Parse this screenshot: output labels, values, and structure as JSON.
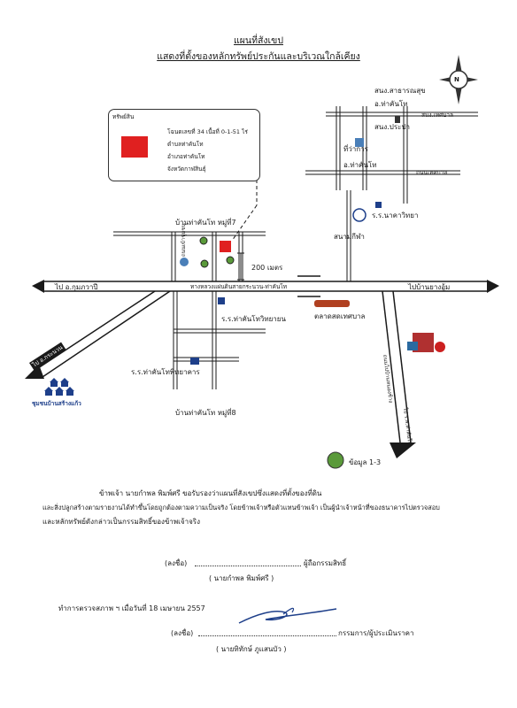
{
  "header": {
    "title": "แผนที่สังเขป",
    "subtitle": "แสดงที่ตั้งของหลักทรัพย์ประกันและบริเวณใกล้เคียง"
  },
  "legend_box": {
    "label": "ทรัพย์สิน",
    "lines": [
      "โฉนดเลขที่ 34 เนื้อที่ 0-1-51 ไร่",
      "ตำบลท่าคันโท",
      "อำเภอท่าคันโท",
      "จังหวัดกาฬสินธุ์"
    ],
    "swatch_color": "#e02020"
  },
  "map": {
    "north_symbol": "N",
    "labels": {
      "land_office": "สนง.สาธารณสุข",
      "district": "อ.ท่าคันโท",
      "municipality": "สนง.เทศบาล",
      "post_office": "สนง.ประปา",
      "district_office": "ที่ว่าการ",
      "district2": "อ.ท่าคันโท",
      "school_road": "ถนนเทศบาล",
      "school_nakhon": "ร.ร.นาคาวิทยา",
      "stadium": "สนามกีฬา",
      "village7": "บ้านท่าคันโท หมู่ที่7",
      "distance": "200 เมตร",
      "highway": "ทางหลวงแผ่นดินสายกระนวน-ท่าคันโท",
      "to_kumphawapi": "ไป อ.กุมภวาปี",
      "to_yangtalat": "ไปบ้านยางอู้ม",
      "school_thakhantho": "ร.ร.ท่าคันโทวิทยายน",
      "fresh_market": "ตลาดสดเทศบาล",
      "to_kranuan": "ไป อ.กระนวน",
      "community": "ชุมชนบ้านสร้างแก้ว",
      "school_thakhantho2": "ร.ร.ท่าคันโทพิทยาคาร",
      "village8": "บ้านท่าคันโท หมู่ที่8",
      "side_road": "ถนนเข้าชุมชน",
      "right_road": "ถนนไปบ้านหนองช้าง",
      "hospital_road": "ไป ร.พ.ท่าคันโท",
      "note": "ข้อมูล 1-3"
    },
    "road_color": "#1a1a1a",
    "marker_color": "#e02020",
    "note_dot_color": "#5a9a3a"
  },
  "statement": {
    "line1": "ข้าพเจ้า   นายกำพล  พิมพ์ศรี      ขอรับรองว่าแผนที่สังเขปซึ่งแสดงที่ตั้งของที่ดิน",
    "line2": "และสิ่งปลูกสร้างตามรายงานได้ทำขึ้นโดยถูกต้องตามความเป็นจริง โดยข้าพเจ้าหรือตัวแทนข้าพเจ้า เป็นผู้นำเจ้าหน้าที่ของธนาคารไปตรวจสอบ",
    "line3": "และหลักทรัพย์ดังกล่าวเป็นกรรมสิทธิ์ของข้าพเจ้าจริง"
  },
  "signatures": {
    "sign_label": "(ลงชื่อ)",
    "owner_title": "ผู้ถือกรรมสิทธิ์",
    "owner_name": "(   นายกำพล  พิมพ์ศรี   )",
    "survey_date": "ทำการตรวจสภาพ ฯ เมื่อวันที่   18  เมษายน  2557",
    "appraiser_title": "กรรมการ/ผู้ประเมินราคา",
    "appraiser_name": "(   นายทิทักษ์ ภูแสนบัว   )"
  }
}
